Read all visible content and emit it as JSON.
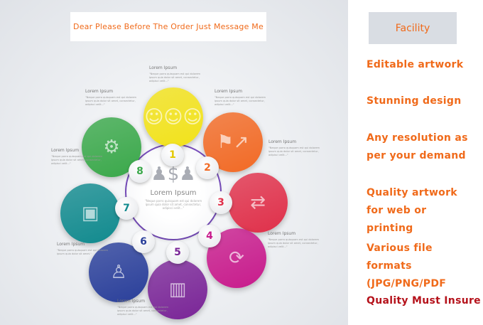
{
  "header": {
    "message": "Dear  Please Before The Order  Just  Message Me"
  },
  "infographic": {
    "center": {
      "title": "Lorem Ipsum",
      "text": "\"Neque porro quisquam est qui dolorem ipsum quia dolor sit amet, consectetur, adipisci velit...\"",
      "icon": "podium-dollar-icon"
    },
    "steps": [
      {
        "number": "1",
        "color": "#f2e21a",
        "icon": "team-hierarchy-icon",
        "title": "Lorem Ipsum",
        "text": "\"Neque porro quisquam est qui dolorem ipsum quia dolor sit amet, consectetur, adipisci velit...\""
      },
      {
        "number": "2",
        "color": "#f26a25",
        "icon": "growth-team-icon",
        "title": "Lorem Ipsum",
        "text": "\"Neque porro quisquam est qui dolorem ipsum quia dolor sit amet, consectetur, adipisci velit...\""
      },
      {
        "number": "3",
        "color": "#e0304a",
        "icon": "decision-arrows-icon",
        "title": "Lorem Ipsum",
        "text": "\"Neque porro quisquam est qui dolorem ipsum quia dolor sit amet, consectetur, adipisci velit...\""
      },
      {
        "number": "4",
        "color": "#c81b8c",
        "icon": "cycle-person-icon",
        "title": "Lorem Ipsum",
        "text": "\"Neque porro quisquam est qui dolorem ipsum quia dolor sit amet, consectetur, adipisci velit...\""
      },
      {
        "number": "5",
        "color": "#7a2597",
        "icon": "money-coins-icon",
        "title": "Lorem Ipsum",
        "text": "\"Neque porro quisquam est qui dolorem ipsum quia dolor sit amet, consectetur, adipisci velit...\""
      },
      {
        "number": "6",
        "color": "#2a3f9a",
        "icon": "org-chart-icon",
        "title": "Lorem Ipsum",
        "text": "\"Neque porro quisquam est qui dolorem ipsum quia dolor sit amet.\""
      },
      {
        "number": "7",
        "color": "#118a8e",
        "icon": "presentation-icon",
        "title": "Lorem Ipsum",
        "text": "\"Neque porro quisquam est qui dolorem ipsum quia dolor sit amet, consectetur, adipisci velit...\""
      },
      {
        "number": "8",
        "color": "#3aa84a",
        "icon": "time-settings-people-icon",
        "title": "Lorem Ipsum",
        "text": "\"Neque porro quisquam est qui dolorem ipsum quia dolor sit amet, consectetur, adipisci velit...\""
      }
    ]
  },
  "sidebar": {
    "title": "Facility",
    "features": [
      "Editable artwork",
      "Stunning design",
      "Any resolution as per your demand",
      "Quality artwork for web or printing",
      "Various file formats (JPG/PNG/PDF",
      "Quality Must Insure"
    ],
    "accent": "#f06a1a",
    "last_color": "#b5121b"
  }
}
